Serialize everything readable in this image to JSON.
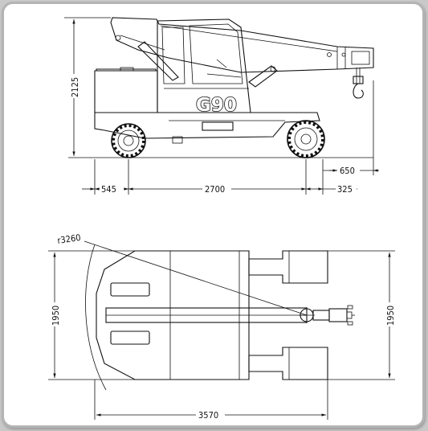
{
  "diagram": {
    "model_label": "G90",
    "side_view": {
      "height": "2125",
      "front_overhang": "545",
      "wheelbase": "2700",
      "rear_overhang": "325",
      "boom_offset": "650"
    },
    "top_view": {
      "turning_radius": "r3260",
      "width_left": "1950",
      "width_right": "1950",
      "overall_length": "3570"
    }
  }
}
